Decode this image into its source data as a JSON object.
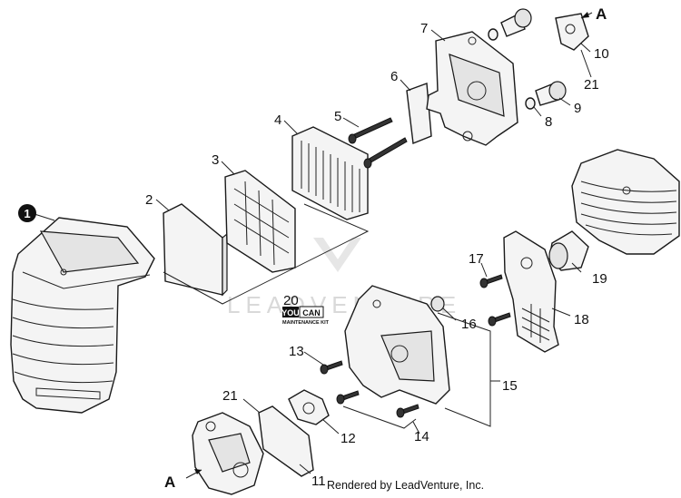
{
  "diagram": {
    "callouts": {
      "c1": "1",
      "c2": "2",
      "c3": "3",
      "c4": "4",
      "c5": "5",
      "c6": "6",
      "c7": "7",
      "c8": "8",
      "c9": "9",
      "c10": "10",
      "c11": "11",
      "c12": "12",
      "c13": "13",
      "c14": "14",
      "c15": "15",
      "c16": "16",
      "c17": "17",
      "c18": "18",
      "c19": "19",
      "c20": "20",
      "c21a": "21",
      "c21b": "21",
      "a_top": "A",
      "a_bottom": "A"
    },
    "kit_logo": {
      "line1": "YOU",
      "line2": "CAN",
      "line3": "MAINTENANCE KIT"
    },
    "watermark": "LEADVENTURE",
    "footer": "Rendered by LeadVenture, Inc."
  }
}
